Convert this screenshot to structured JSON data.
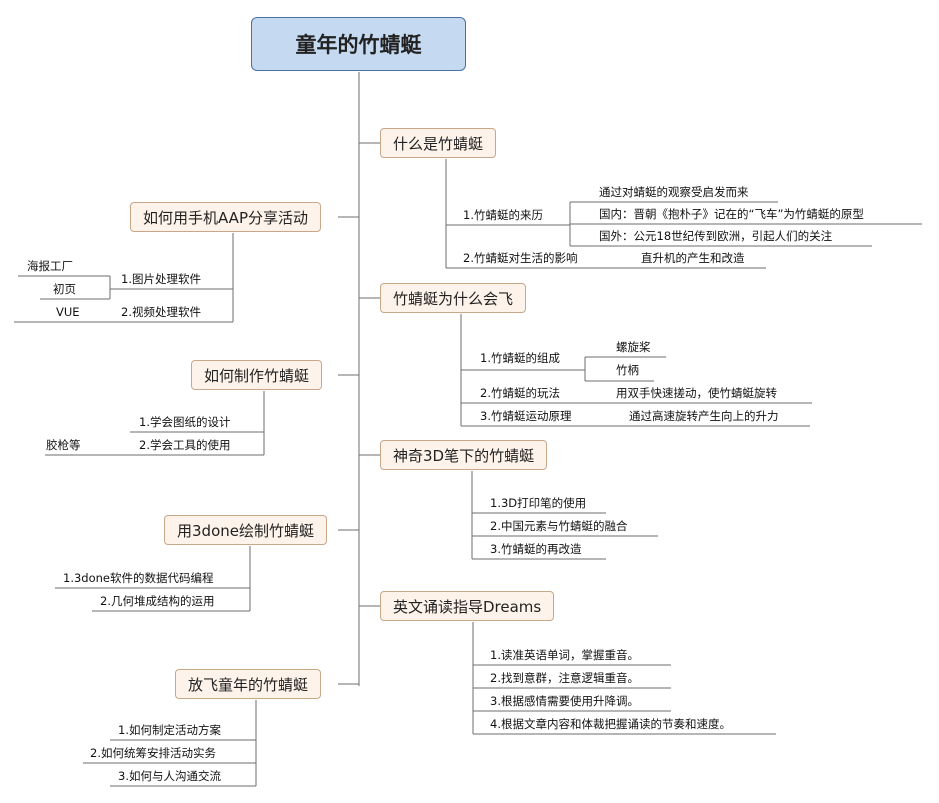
{
  "root": "童年的竹蜻蜓",
  "right": [
    {
      "title": "什么是竹蜻蜓",
      "items": [
        {
          "label": "1.竹蜻蜓的来历",
          "children": [
            "通过对蜻蜓的观察受启发而来",
            "国内：晋朝《抱朴子》记在的“飞车”为竹蜻蜓的原型",
            "国外：公元18世纪传到欧洲，引起人们的关注"
          ]
        },
        {
          "label": "2.竹蜻蜓对生活的影响",
          "children": [
            "直升机的产生和改造"
          ]
        }
      ]
    },
    {
      "title": "竹蜻蜓为什么会飞",
      "items": [
        {
          "label": "1.竹蜻蜓的组成",
          "children": [
            "螺旋桨",
            "竹柄"
          ]
        },
        {
          "label": "2.竹蜻蜓的玩法",
          "children": [
            "用双手快速搓动，使竹蜻蜓旋转"
          ]
        },
        {
          "label": "3.竹蜻蜓运动原理",
          "children": [
            "通过高速旋转产生向上的升力"
          ]
        }
      ]
    },
    {
      "title": "神奇3D笔下的竹蜻蜓",
      "items": [
        {
          "label": "1.3D打印笔的使用"
        },
        {
          "label": "2.中国元素与竹蜻蜓的融合"
        },
        {
          "label": "3.竹蜻蜓的再改造"
        }
      ]
    },
    {
      "title": "英文诵读指导Dreams",
      "items": [
        {
          "label": "1.读准英语单词，掌握重音。"
        },
        {
          "label": "2.找到意群，注意逻辑重音。"
        },
        {
          "label": "3.根据感情需要使用升降调。"
        },
        {
          "label": "4.根据文章内容和体裁把握诵读的节奏和速度。"
        }
      ]
    }
  ],
  "left": [
    {
      "title": "如何用手机AAP分享活动",
      "items": [
        {
          "label": "1.图片处理软件",
          "children": [
            "海报工厂",
            "初页"
          ]
        },
        {
          "label": "2.视频处理软件",
          "children": [
            "VUE"
          ]
        }
      ]
    },
    {
      "title": "如何制作竹蜻蜓",
      "items": [
        {
          "label": "1.学会图纸的设计"
        },
        {
          "label": "2.学会工具的使用",
          "children": [
            "胶枪等"
          ]
        }
      ]
    },
    {
      "title": "用3done绘制竹蜻蜓",
      "items": [
        {
          "label": "1.3done软件的数据代码编程"
        },
        {
          "label": "2.几何堆成结构的运用"
        }
      ]
    },
    {
      "title": "放飞童年的竹蜻蜓",
      "items": [
        {
          "label": "1.如何制定活动方案"
        },
        {
          "label": "2.如何统筹安排活动实务"
        },
        {
          "label": "3.如何与人沟通交流"
        }
      ]
    }
  ]
}
